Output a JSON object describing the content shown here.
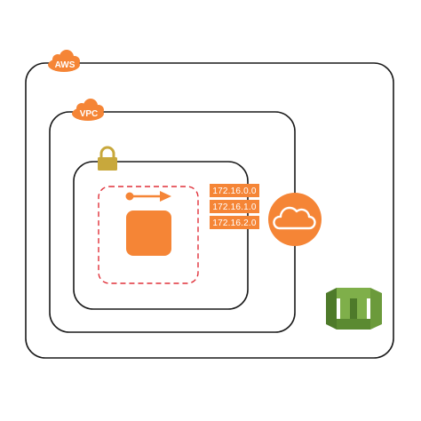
{
  "diagram": {
    "aws_label": "AWS",
    "vpc_label": "VPC",
    "routes": [
      "172.16.0.0",
      "172.16.1.0",
      "172.16.2.0"
    ],
    "icons": {
      "subnet_lock": "lock-icon",
      "instance": "instance-icon",
      "gateway": "cloud-gateway-icon",
      "service": "codedeploy-icon"
    },
    "colors": {
      "aws_orange": "#F58536",
      "lock_gold": "#C8A83C",
      "dashed_red": "#E0313A",
      "service_green": "#6B9A3B",
      "border": "#1A1A1A"
    }
  }
}
